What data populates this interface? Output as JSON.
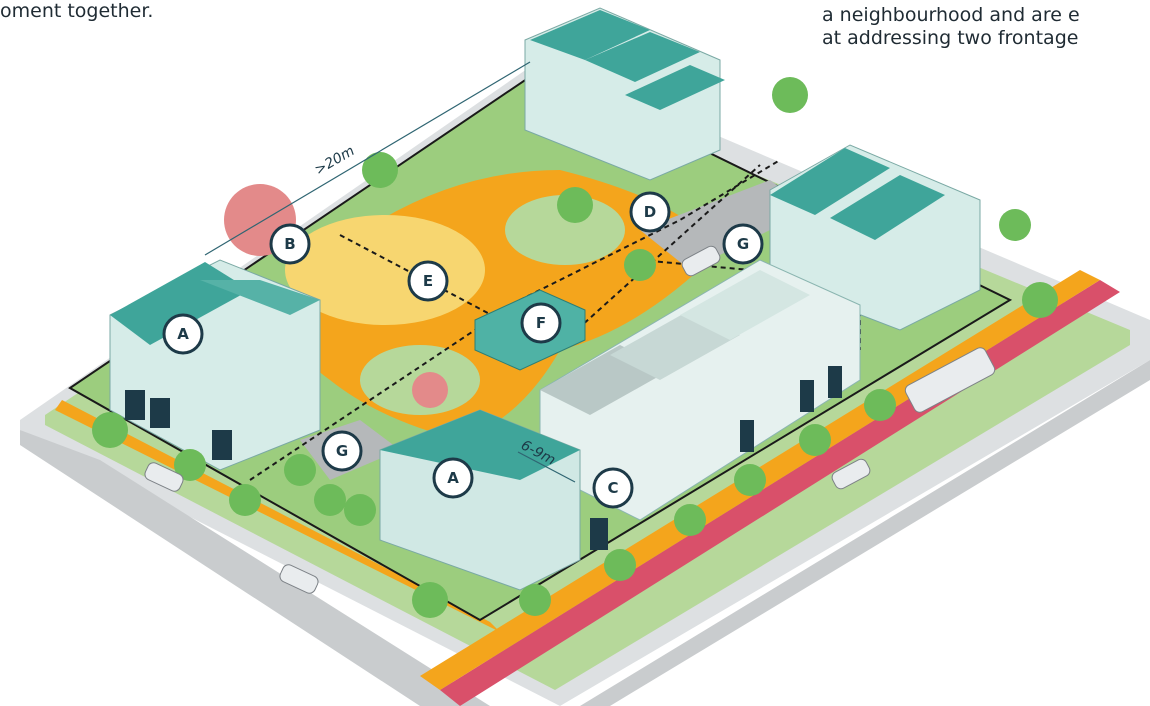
{
  "captions": {
    "left": "oment together.",
    "right_line1": "a neighbourhood and are e",
    "right_line2": "at addressing two frontage"
  },
  "dimensions": {
    "width_label": ">20m",
    "depth_label": "6-9m"
  },
  "badges": {
    "a1": "A",
    "a2": "A",
    "b": "B",
    "c": "C",
    "d": "D",
    "e": "E",
    "f": "F",
    "g1": "G",
    "g2": "G"
  },
  "colors": {
    "grass": "#a9d48a",
    "path": "#f4a51c",
    "yard": "#f7d670",
    "road": "#c9ccce",
    "cycleway": "#d9506a",
    "building": "#cfe8e4",
    "roof": "#3fa59a",
    "badge_stroke": "#1d3a48"
  }
}
